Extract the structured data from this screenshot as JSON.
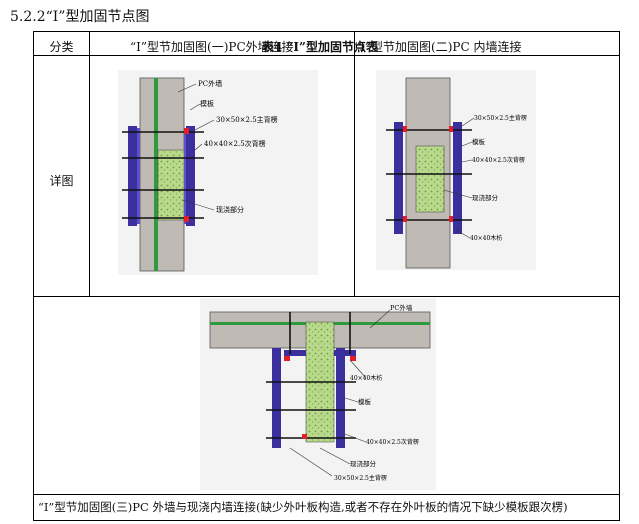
{
  "heading": "5.2.2“I”型加固节点图",
  "table": {
    "header_category": "分类",
    "header_col1": "“I”型节加固图(一)PC外墙连接",
    "header_overlay": "表4 “I”型加固节点表",
    "header_col2": "“I”型节加固图(二)PC 内墙连接",
    "row_label_detail": "详图",
    "caption_fig3": "“I”型节加固图(三)PC 外墙与现浇内墙连接(缺少外叶板构造,或者不存在外叶板的情况下缺少模板跟次楞)"
  },
  "figure1": {
    "label_wall": "PC外墙",
    "label_formwork": "模板",
    "label_main": "30×50×2.5主背楞",
    "label_secondary": "40×40×2.5次背楞",
    "label_cast": "现浇部分"
  },
  "figure2": {
    "label_main": "30×50×2.5主背楞",
    "label_formwork": "模板",
    "label_secondary": "40×40×2.5次背楞",
    "label_cast": "现浇部分",
    "label_wood": "40×40木枋"
  },
  "figure3": {
    "label_wall": "PC外墙",
    "label_wood": "40×40木枋",
    "label_formwork": "模板",
    "label_secondary": "40×40×2.5次背楞",
    "label_cast": "现浇部分",
    "label_main": "30×50×2.5主背楞"
  },
  "colors": {
    "concrete": "#bfbab3",
    "steel_blue": "#3b2f9e",
    "cast_green": "#a9cf7a",
    "rebar_green": "#2e9a3c",
    "red_marker": "#e01f2a"
  }
}
